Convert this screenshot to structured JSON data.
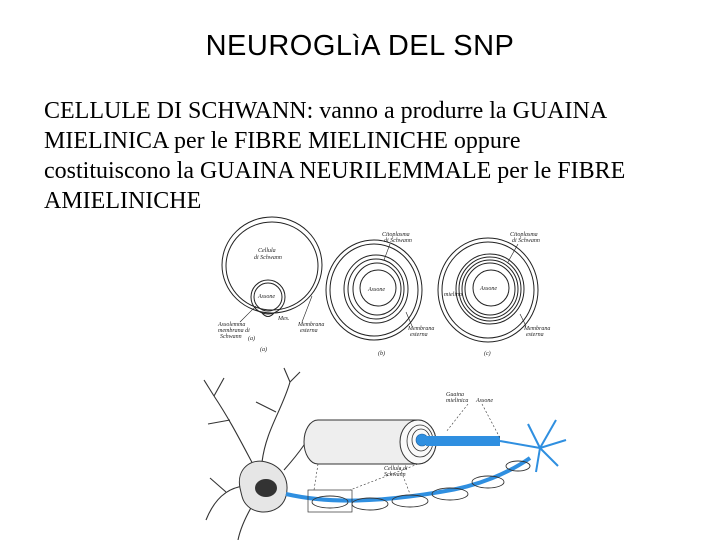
{
  "slide": {
    "title": "NEUROGLìA DEL SNP",
    "body_lines": [
      "CELLULE DI SCHWANN: vanno a produrre la GUAINA",
      "MIELINICA per le FIBRE MIELINICHE oppure",
      "costituiscono la GUAINA NEURILEMMALE per le FIBRE",
      "AMIELINICHE"
    ]
  },
  "figure_top": {
    "a": {
      "cell_label": [
        "Cellula",
        "di Schwann"
      ],
      "axon_label": "Assone",
      "membrane_label": [
        "Assolemma",
        "membrana di",
        "Schwann"
      ],
      "mes_label": "Mes.",
      "external_label": [
        "Membrana",
        "esterna"
      ],
      "panel_label": "(a)",
      "extra_label": "(a)"
    },
    "b": {
      "cyto_label": [
        "Citoplasma",
        "di Schwann"
      ],
      "axon_label": "Assone",
      "external_label": [
        "Membrana",
        "esterna"
      ],
      "panel_label": "(b)"
    },
    "c": {
      "cyto_label": [
        "Citoplasma",
        "di Schwann"
      ],
      "axon_label": "Assone",
      "external_label": [
        "Membrana",
        "esterna"
      ],
      "panel_label": "(c)",
      "extra_label": "mielina"
    }
  },
  "figure_bottom": {
    "sheath_label": [
      "Guaina",
      "mielinica"
    ],
    "axon_label": "Assone",
    "schwann_label": [
      "Cellule di",
      "Schwann"
    ]
  },
  "colors": {
    "axon_blue": "#2f8fe0",
    "ink": "#222222"
  }
}
